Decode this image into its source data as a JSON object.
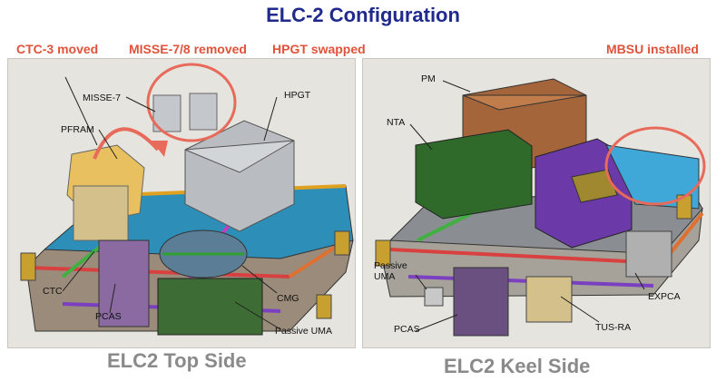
{
  "title": "ELC-2 Configuration",
  "annotations": {
    "ctc3_moved": "CTC-3 moved",
    "misse_removed": "MISSE-7/8 removed",
    "hpgt_swapped": "HPGT swapped",
    "mbsu_installed": "MBSU installed"
  },
  "top_side": {
    "caption": "ELC2 Top Side",
    "labels": {
      "misse7": "MISSE-7",
      "hpgt": "HPGT",
      "pfram": "PFRAM",
      "ctc": "CTC",
      "pcas": "PCAS",
      "cmg": "CMG",
      "passive_uma": "Passive UMA"
    }
  },
  "keel_side": {
    "caption": "ELC2 Keel Side",
    "labels": {
      "pm": "PM",
      "nta": "NTA",
      "passive_uma_1": "Passive",
      "passive_uma_2": "UMA",
      "pcas": "PCAS",
      "expca": "EXPCA",
      "tus_ra": "TUS-RA"
    }
  },
  "colors": {
    "title": "#1f2a8c",
    "annotation": "#e0533a",
    "highlight_circle": "#e86a5a",
    "caption": "#8a8a8a"
  }
}
